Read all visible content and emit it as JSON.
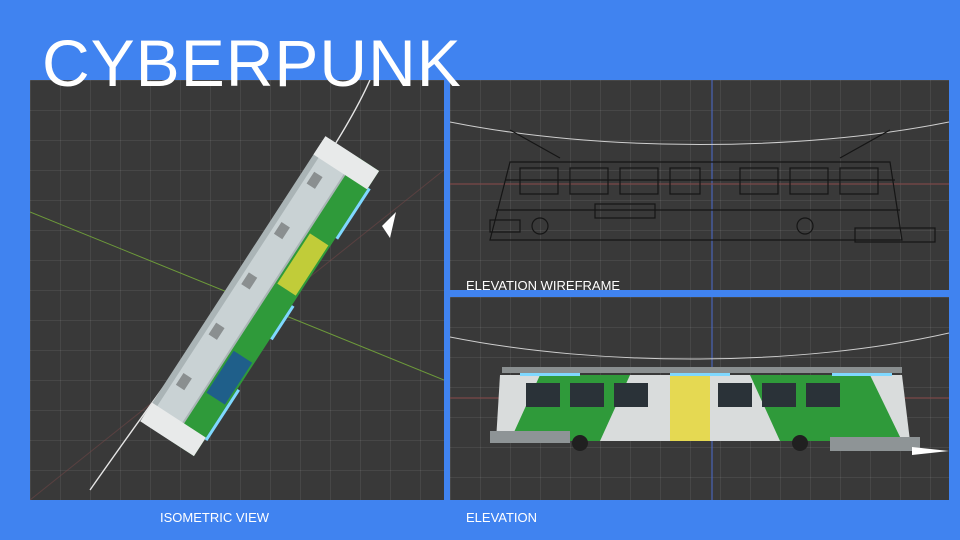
{
  "slide": {
    "title": "CYBERPUNK",
    "background_color": "#4083f0"
  },
  "panels": {
    "isometric": {
      "caption": "ISOMETRIC VIEW"
    },
    "wireframe": {
      "caption": "ELEVATION WIREFRAME"
    },
    "elevation": {
      "caption": "ELEVATION"
    }
  },
  "colors": {
    "viewport": "#393939",
    "neon": "#7fd8ff",
    "livery_green": "#2f9a3a",
    "livery_yellow": "#e6d83a",
    "tram_body": "#d9dcdc"
  },
  "icons": [
    "tram-model",
    "tram-wireframe",
    "overhead-cable"
  ]
}
